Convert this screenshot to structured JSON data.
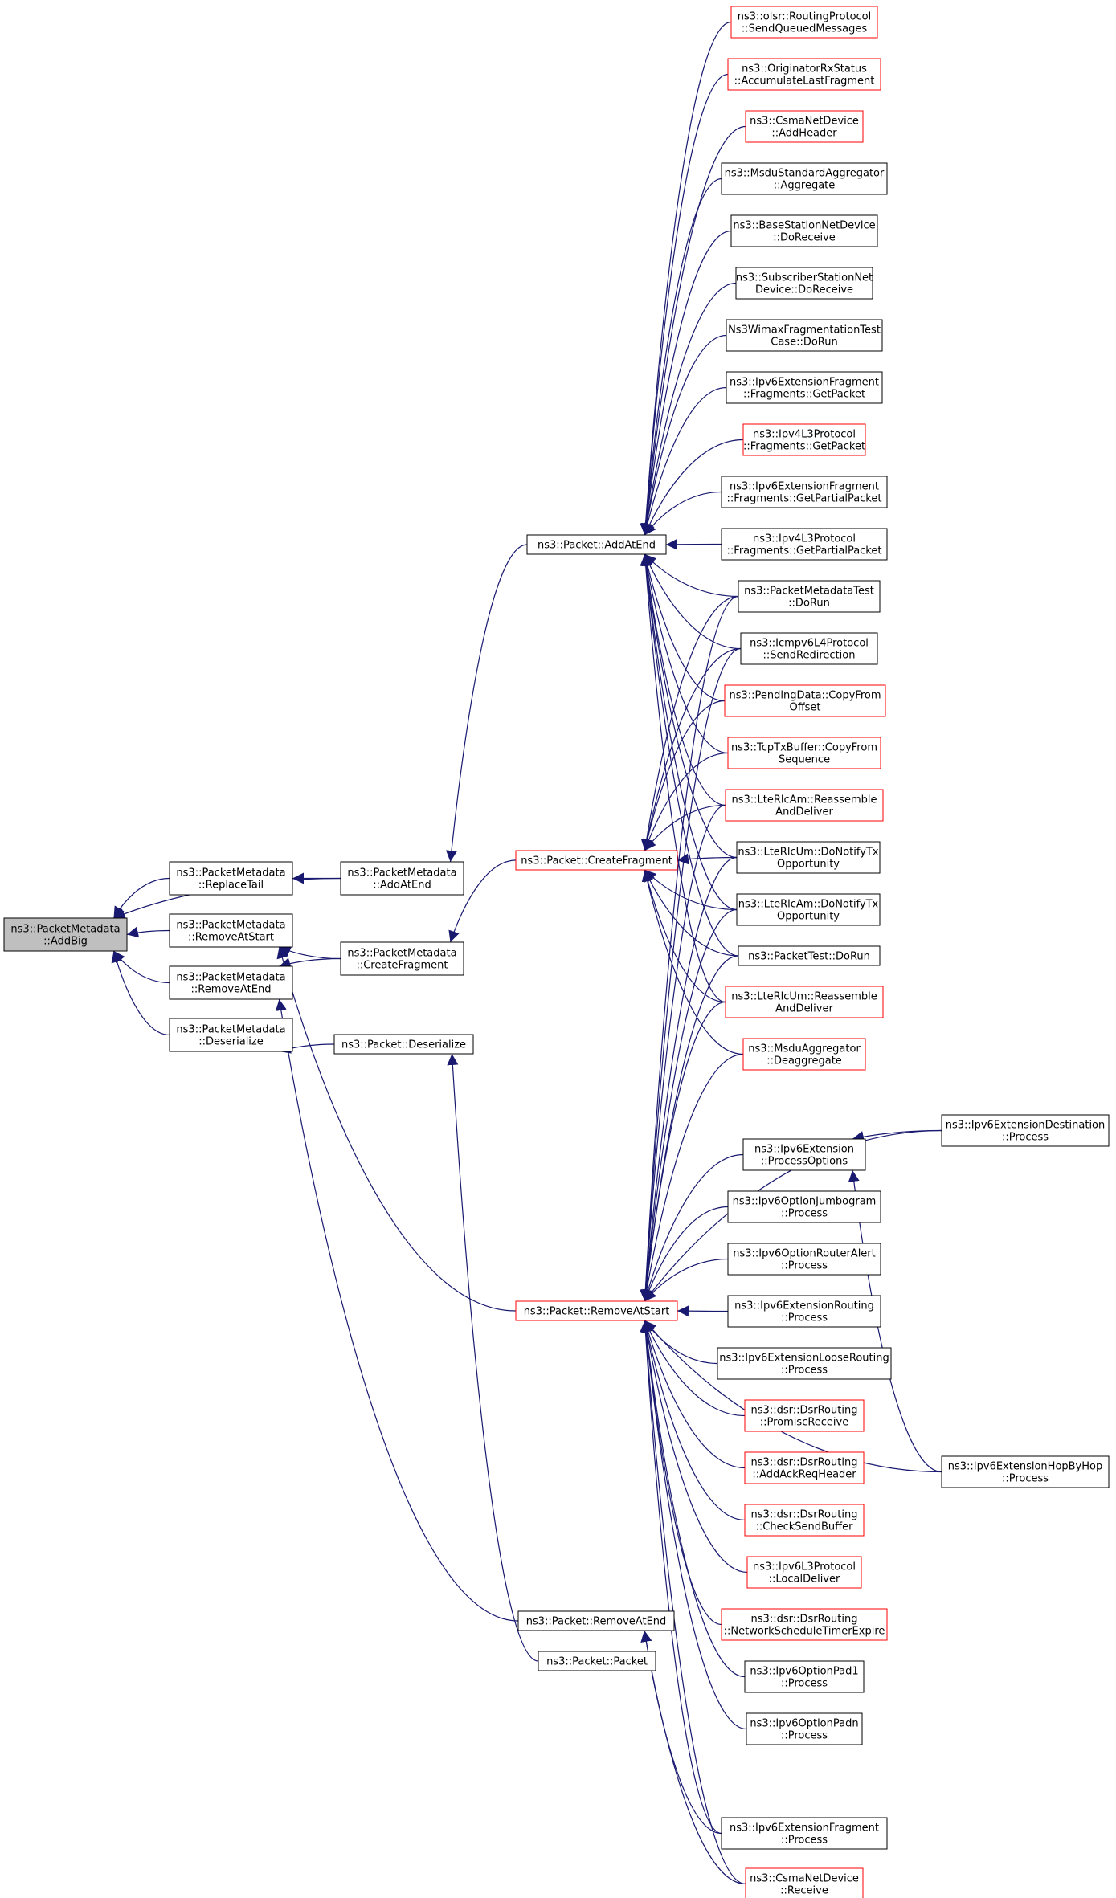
{
  "colors": {
    "edge": "#191970",
    "border_normal": "#000000",
    "border_red": "#ff0000",
    "highlight_fill": "#bfbfbf",
    "node_fill": "#ffffff"
  },
  "nodes": [
    {
      "id": "addbig",
      "lines": [
        "ns3::PacketMetadata",
        "::AddBig"
      ],
      "style": "highlight"
    },
    {
      "id": "replacetail",
      "lines": [
        "ns3::PacketMetadata",
        "::ReplaceTail"
      ],
      "style": "normal"
    },
    {
      "id": "pm_removeatstart",
      "lines": [
        "ns3::PacketMetadata",
        "::RemoveAtStart"
      ],
      "style": "normal"
    },
    {
      "id": "pm_removeatend",
      "lines": [
        "ns3::PacketMetadata",
        "::RemoveAtEnd"
      ],
      "style": "normal"
    },
    {
      "id": "pm_deserialize",
      "lines": [
        "ns3::PacketMetadata",
        "::Deserialize"
      ],
      "style": "normal"
    },
    {
      "id": "pm_addatend",
      "lines": [
        "ns3::PacketMetadata",
        "::AddAtEnd"
      ],
      "style": "normal"
    },
    {
      "id": "pm_createfragment",
      "lines": [
        "ns3::PacketMetadata",
        "::CreateFragment"
      ],
      "style": "normal"
    },
    {
      "id": "p_deserialize",
      "lines": [
        "ns3::Packet::Deserialize"
      ],
      "style": "normal"
    },
    {
      "id": "p_addatend",
      "lines": [
        "ns3::Packet::AddAtEnd"
      ],
      "style": "normal"
    },
    {
      "id": "p_createfragment",
      "lines": [
        "ns3::Packet::CreateFragment"
      ],
      "style": "red"
    },
    {
      "id": "p_removeatstart",
      "lines": [
        "ns3::Packet::RemoveAtStart"
      ],
      "style": "red"
    },
    {
      "id": "p_removeatend",
      "lines": [
        "ns3::Packet::RemoveAtEnd"
      ],
      "style": "normal"
    },
    {
      "id": "p_packet",
      "lines": [
        "ns3::Packet::Packet"
      ],
      "style": "normal"
    },
    {
      "id": "olsr",
      "lines": [
        "ns3::olsr::RoutingProtocol",
        "::SendQueuedMessages"
      ],
      "style": "red"
    },
    {
      "id": "origrx",
      "lines": [
        "ns3::OriginatorRxStatus",
        "::AccumulateLastFragment"
      ],
      "style": "red"
    },
    {
      "id": "csma_addheader",
      "lines": [
        "ns3::CsmaNetDevice",
        "::AddHeader"
      ],
      "style": "red"
    },
    {
      "id": "msdustd",
      "lines": [
        "ns3::MsduStandardAggregator",
        "::Aggregate"
      ],
      "style": "normal"
    },
    {
      "id": "bsnd",
      "lines": [
        "ns3::BaseStationNetDevice",
        "::DoReceive"
      ],
      "style": "normal"
    },
    {
      "id": "ssnd",
      "lines": [
        "ns3::SubscriberStationNet",
        "Device::DoReceive"
      ],
      "style": "normal"
    },
    {
      "id": "wimaxfrag",
      "lines": [
        "Ns3WimaxFragmentationTest",
        "Case::DoRun"
      ],
      "style": "normal"
    },
    {
      "id": "ipv6frag_get",
      "lines": [
        "ns3::Ipv6ExtensionFragment",
        "::Fragments::GetPacket"
      ],
      "style": "normal"
    },
    {
      "id": "ipv4frag_get",
      "lines": [
        "ns3::Ipv4L3Protocol",
        "::Fragments::GetPacket"
      ],
      "style": "red"
    },
    {
      "id": "ipv6frag_partial",
      "lines": [
        "ns3::Ipv6ExtensionFragment",
        "::Fragments::GetPartialPacket"
      ],
      "style": "normal"
    },
    {
      "id": "ipv4frag_partial",
      "lines": [
        "ns3::Ipv4L3Protocol",
        "::Fragments::GetPartialPacket"
      ],
      "style": "normal"
    },
    {
      "id": "pmtest",
      "lines": [
        "ns3::PacketMetadataTest",
        "::DoRun"
      ],
      "style": "normal"
    },
    {
      "id": "icmpv6",
      "lines": [
        "ns3::Icmpv6L4Protocol",
        "::SendRedirection"
      ],
      "style": "normal"
    },
    {
      "id": "pending",
      "lines": [
        "ns3::PendingData::CopyFrom",
        "Offset"
      ],
      "style": "red"
    },
    {
      "id": "tcptx",
      "lines": [
        "ns3::TcpTxBuffer::CopyFrom",
        "Sequence"
      ],
      "style": "red"
    },
    {
      "id": "rlcam_reasm",
      "lines": [
        "ns3::LteRlcAm::Reassemble",
        "AndDeliver"
      ],
      "style": "red"
    },
    {
      "id": "rlcum_notify",
      "lines": [
        "ns3::LteRlcUm::DoNotifyTx",
        "Opportunity"
      ],
      "style": "normal"
    },
    {
      "id": "rlcam_notify",
      "lines": [
        "ns3::LteRlcAm::DoNotifyTx",
        "Opportunity"
      ],
      "style": "normal"
    },
    {
      "id": "packettest",
      "lines": [
        "ns3::PacketTest::DoRun"
      ],
      "style": "normal"
    },
    {
      "id": "rlcum_reasm",
      "lines": [
        "ns3::LteRlcUm::Reassemble",
        "AndDeliver"
      ],
      "style": "red"
    },
    {
      "id": "msduagg",
      "lines": [
        "ns3::MsduAggregator",
        "::Deaggregate"
      ],
      "style": "red"
    },
    {
      "id": "ipv6ext_procopt",
      "lines": [
        "ns3::Ipv6Extension",
        "::ProcessOptions"
      ],
      "style": "normal"
    },
    {
      "id": "ipv6ext_dest",
      "lines": [
        "ns3::Ipv6ExtensionDestination",
        "::Process"
      ],
      "style": "normal"
    },
    {
      "id": "jumbogram",
      "lines": [
        "ns3::Ipv6OptionJumbogram",
        "::Process"
      ],
      "style": "normal"
    },
    {
      "id": "routeralert",
      "lines": [
        "ns3::Ipv6OptionRouterAlert",
        "::Process"
      ],
      "style": "normal"
    },
    {
      "id": "extrouting",
      "lines": [
        "ns3::Ipv6ExtensionRouting",
        "::Process"
      ],
      "style": "normal"
    },
    {
      "id": "looserouting",
      "lines": [
        "ns3::Ipv6ExtensionLooseRouting",
        "::Process"
      ],
      "style": "normal"
    },
    {
      "id": "dsr_promisc",
      "lines": [
        "ns3::dsr::DsrRouting",
        "::PromiscReceive"
      ],
      "style": "red"
    },
    {
      "id": "dsr_ackreq",
      "lines": [
        "ns3::dsr::DsrRouting",
        "::AddAckReqHeader"
      ],
      "style": "red"
    },
    {
      "id": "dsr_checksend",
      "lines": [
        "ns3::dsr::DsrRouting",
        "::CheckSendBuffer"
      ],
      "style": "red"
    },
    {
      "id": "ipv6l3_local",
      "lines": [
        "ns3::Ipv6L3Protocol",
        "::LocalDeliver"
      ],
      "style": "red"
    },
    {
      "id": "dsr_netsched",
      "lines": [
        "ns3::dsr::DsrRouting",
        "::NetworkScheduleTimerExpire"
      ],
      "style": "red"
    },
    {
      "id": "hopbyhop",
      "lines": [
        "ns3::Ipv6ExtensionHopByHop",
        "::Process"
      ],
      "style": "normal"
    },
    {
      "id": "pad1",
      "lines": [
        "ns3::Ipv6OptionPad1",
        "::Process"
      ],
      "style": "normal"
    },
    {
      "id": "padn",
      "lines": [
        "ns3::Ipv6OptionPadn",
        "::Process"
      ],
      "style": "normal"
    },
    {
      "id": "ipv6ext_frag_proc",
      "lines": [
        "ns3::Ipv6ExtensionFragment",
        "::Process"
      ],
      "style": "normal"
    },
    {
      "id": "csma_receive",
      "lines": [
        "ns3::CsmaNetDevice",
        "::Receive"
      ],
      "style": "red"
    }
  ],
  "edges": [
    {
      "from": "replacetail",
      "to": "addbig"
    },
    {
      "from": "pm_addatend",
      "to": "addbig"
    },
    {
      "from": "pm_removeatstart",
      "to": "addbig"
    },
    {
      "from": "pm_removeatend",
      "to": "addbig"
    },
    {
      "from": "pm_deserialize",
      "to": "addbig"
    },
    {
      "from": "pm_addatend",
      "to": "replacetail"
    },
    {
      "from": "pm_createfragment",
      "to": "pm_removeatstart"
    },
    {
      "from": "p_removeatstart",
      "to": "pm_removeatstart"
    },
    {
      "from": "pm_createfragment",
      "to": "pm_removeatend"
    },
    {
      "from": "p_removeatend",
      "to": "pm_removeatend"
    },
    {
      "from": "p_deserialize",
      "to": "pm_deserialize"
    },
    {
      "from": "p_addatend",
      "to": "pm_addatend"
    },
    {
      "from": "p_createfragment",
      "to": "pm_createfragment"
    },
    {
      "from": "p_packet",
      "to": "p_deserialize"
    },
    {
      "from": "olsr",
      "to": "p_addatend"
    },
    {
      "from": "origrx",
      "to": "p_addatend"
    },
    {
      "from": "csma_addheader",
      "to": "p_addatend"
    },
    {
      "from": "msdustd",
      "to": "p_addatend"
    },
    {
      "from": "bsnd",
      "to": "p_addatend"
    },
    {
      "from": "ssnd",
      "to": "p_addatend"
    },
    {
      "from": "wimaxfrag",
      "to": "p_addatend"
    },
    {
      "from": "ipv6frag_get",
      "to": "p_addatend"
    },
    {
      "from": "ipv4frag_get",
      "to": "p_addatend"
    },
    {
      "from": "ipv6frag_partial",
      "to": "p_addatend"
    },
    {
      "from": "ipv4frag_partial",
      "to": "p_addatend"
    },
    {
      "from": "pmtest",
      "to": "p_addatend"
    },
    {
      "from": "icmpv6",
      "to": "p_addatend"
    },
    {
      "from": "pending",
      "to": "p_addatend"
    },
    {
      "from": "tcptx",
      "to": "p_addatend"
    },
    {
      "from": "rlcam_reasm",
      "to": "p_addatend"
    },
    {
      "from": "rlcum_notify",
      "to": "p_addatend"
    },
    {
      "from": "rlcam_notify",
      "to": "p_addatend"
    },
    {
      "from": "packettest",
      "to": "p_addatend"
    },
    {
      "from": "rlcum_reasm",
      "to": "p_addatend"
    },
    {
      "from": "pmtest",
      "to": "p_createfragment"
    },
    {
      "from": "icmpv6",
      "to": "p_createfragment"
    },
    {
      "from": "pending",
      "to": "p_createfragment"
    },
    {
      "from": "tcptx",
      "to": "p_createfragment"
    },
    {
      "from": "rlcam_reasm",
      "to": "p_createfragment"
    },
    {
      "from": "rlcum_notify",
      "to": "p_createfragment"
    },
    {
      "from": "rlcam_notify",
      "to": "p_createfragment"
    },
    {
      "from": "packettest",
      "to": "p_createfragment"
    },
    {
      "from": "rlcum_reasm",
      "to": "p_createfragment"
    },
    {
      "from": "msduagg",
      "to": "p_createfragment"
    },
    {
      "from": "ipv6ext_dest",
      "to": "ipv6ext_procopt"
    },
    {
      "from": "hopbyhop",
      "to": "ipv6ext_procopt"
    },
    {
      "from": "pmtest",
      "to": "p_removeatstart"
    },
    {
      "from": "icmpv6",
      "to": "p_removeatstart"
    },
    {
      "from": "rlcam_reasm",
      "to": "p_removeatstart"
    },
    {
      "from": "rlcum_notify",
      "to": "p_removeatstart"
    },
    {
      "from": "rlcam_notify",
      "to": "p_removeatstart"
    },
    {
      "from": "packettest",
      "to": "p_removeatstart"
    },
    {
      "from": "rlcum_reasm",
      "to": "p_removeatstart"
    },
    {
      "from": "msduagg",
      "to": "p_removeatstart"
    },
    {
      "from": "ipv6ext_dest",
      "to": "p_removeatstart"
    },
    {
      "from": "ipv6ext_procopt",
      "to": "p_removeatstart"
    },
    {
      "from": "jumbogram",
      "to": "p_removeatstart"
    },
    {
      "from": "routeralert",
      "to": "p_removeatstart"
    },
    {
      "from": "extrouting",
      "to": "p_removeatstart"
    },
    {
      "from": "looserouting",
      "to": "p_removeatstart"
    },
    {
      "from": "dsr_promisc",
      "to": "p_removeatstart"
    },
    {
      "from": "dsr_ackreq",
      "to": "p_removeatstart"
    },
    {
      "from": "dsr_checksend",
      "to": "p_removeatstart"
    },
    {
      "from": "ipv6l3_local",
      "to": "p_removeatstart"
    },
    {
      "from": "dsr_netsched",
      "to": "p_removeatstart"
    },
    {
      "from": "pad1",
      "to": "p_removeatstart"
    },
    {
      "from": "padn",
      "to": "p_removeatstart"
    },
    {
      "from": "hopbyhop",
      "to": "p_removeatstart"
    },
    {
      "from": "ipv6ext_frag_proc",
      "to": "p_removeatstart"
    },
    {
      "from": "csma_receive",
      "to": "p_removeatstart"
    },
    {
      "from": "ipv6ext_frag_proc",
      "to": "p_removeatend"
    },
    {
      "from": "csma_receive",
      "to": "p_removeatend"
    }
  ]
}
